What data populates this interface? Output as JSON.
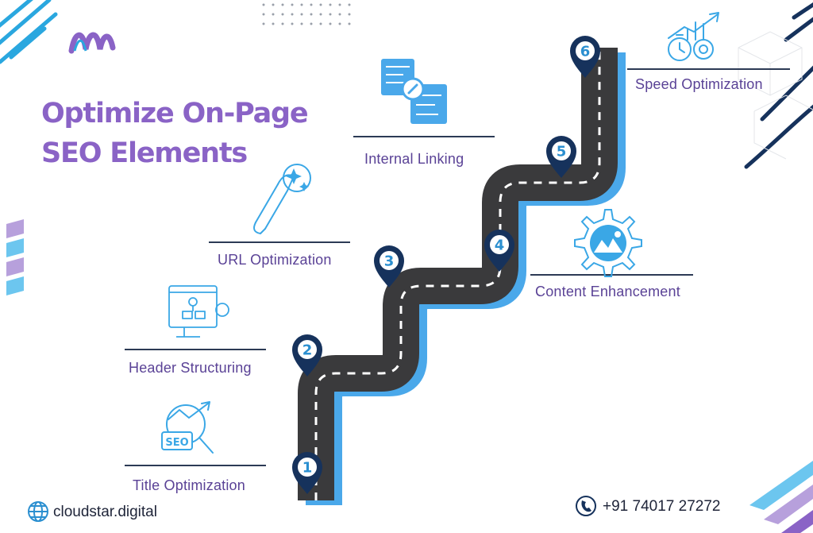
{
  "title": {
    "line1": "Optimize On-Page",
    "line2": "SEO Elements"
  },
  "steps": [
    {
      "number": "1",
      "label": "Title Optimization",
      "icon": "seo-chart-icon"
    },
    {
      "number": "2",
      "label": "Header Structuring",
      "icon": "website-structure-icon"
    },
    {
      "number": "3",
      "label": "URL Optimization",
      "icon": "link-sparkle-icon"
    },
    {
      "number": "4",
      "label": "Content Enhancement",
      "icon": "gear-image-icon"
    },
    {
      "number": "5",
      "label": "Internal Linking",
      "icon": "linked-pages-icon"
    },
    {
      "number": "6",
      "label": "Speed Optimization",
      "icon": "stopwatch-growth-icon"
    }
  ],
  "footer": {
    "website": "cloudstar.digital",
    "phone": "+91 74017 27272"
  },
  "colors": {
    "title": "#8a63c6",
    "label": "#5a4296",
    "road": "#3a3a3c",
    "road_edge": "#4aa8ea",
    "marker": "#16325c",
    "icon": "#3aa7e6"
  }
}
